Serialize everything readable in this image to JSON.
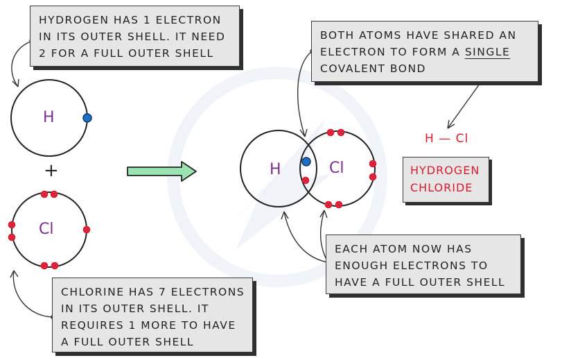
{
  "callouts": {
    "hydrogen": [
      "HYDROGEN  HAS  1  ELECTRON",
      "IN  ITS  OUTER  SHELL. IT  NEED",
      "2  FOR  A  FULL  OUTER  SHELL"
    ],
    "shared": {
      "line1": "BOTH  ATOMS  HAVE  SHARED  AN",
      "line2_pre": "ELECTRON  TO  FORM  A  ",
      "line2_underlined": "SINGLE",
      "line3": "COVALENT  BOND"
    },
    "chlorine": [
      "CHLORINE  HAS  7  ELECTRONS",
      "IN  ITS  OUTER  SHELL.  IT",
      "REQUIRES  1  MORE  TO  HAVE",
      "A  FULL  OUTER  SHELL"
    ],
    "each_atom": [
      "EACH  ATOM  NOW  HAS",
      "ENOUGH  ELECTRONS  TO",
      "HAVE  A  FULL  OUTER  SHELL"
    ]
  },
  "atoms": {
    "hydrogen_symbol": "H",
    "chlorine_symbol": "Cl",
    "plus_sign": "+"
  },
  "product": {
    "formula": "H — Cl",
    "name_line1": "HYDROGEN",
    "name_line2": "CHLORIDE"
  },
  "colors": {
    "hydrogen_electron": "#1f6fc4",
    "chlorine_electron": "#d81b30",
    "arrow_fill": "#9be3b0",
    "symbol_color": "#7a2f8f",
    "product_text": "#d81b30"
  }
}
